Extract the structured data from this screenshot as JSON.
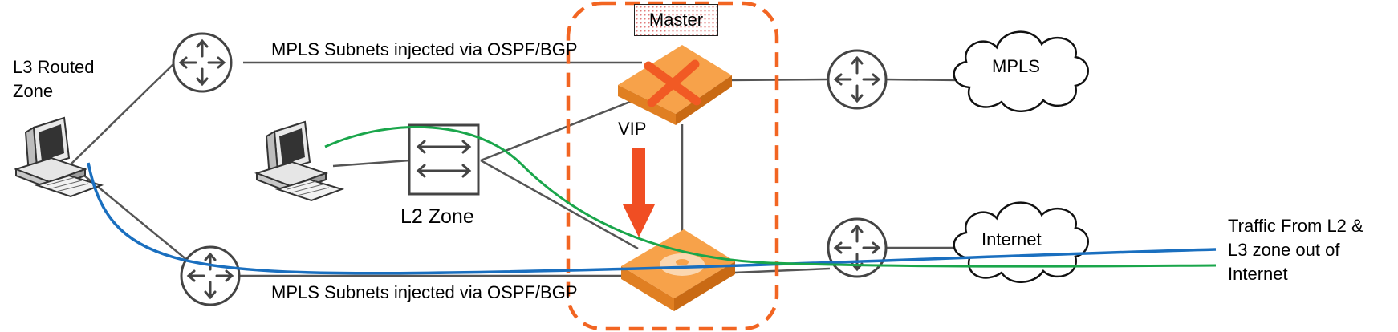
{
  "labels": {
    "l3_zone": [
      "L3 Routed",
      "Zone"
    ],
    "l2_zone": "L2 Zone",
    "vip": "VIP",
    "master": "Master",
    "mpls_top": "MPLS Subnets injected via OSPF/BGP",
    "mpls_bottom": "MPLS Subnets injected via OSPF/BGP",
    "cloud_mpls": "MPLS",
    "cloud_internet": "Internet",
    "traffic": [
      "Traffic From L2 &",
      "L3 zone out of",
      "Internet"
    ]
  },
  "colors": {
    "ha_boundary": "#f26522",
    "failover_arrow": "#f04e23",
    "device_orange": "#f59a3c",
    "x_mark": "#f15a24",
    "path_blue": "#1a6fbf",
    "path_green": "#1aa64b",
    "link_gray": "#555555"
  },
  "icons": [
    "router-icon",
    "l2-switch-icon",
    "computer-icon",
    "cloud-icon",
    "failed-x-icon",
    "appliance-icon",
    "failover-arrow-icon"
  ]
}
